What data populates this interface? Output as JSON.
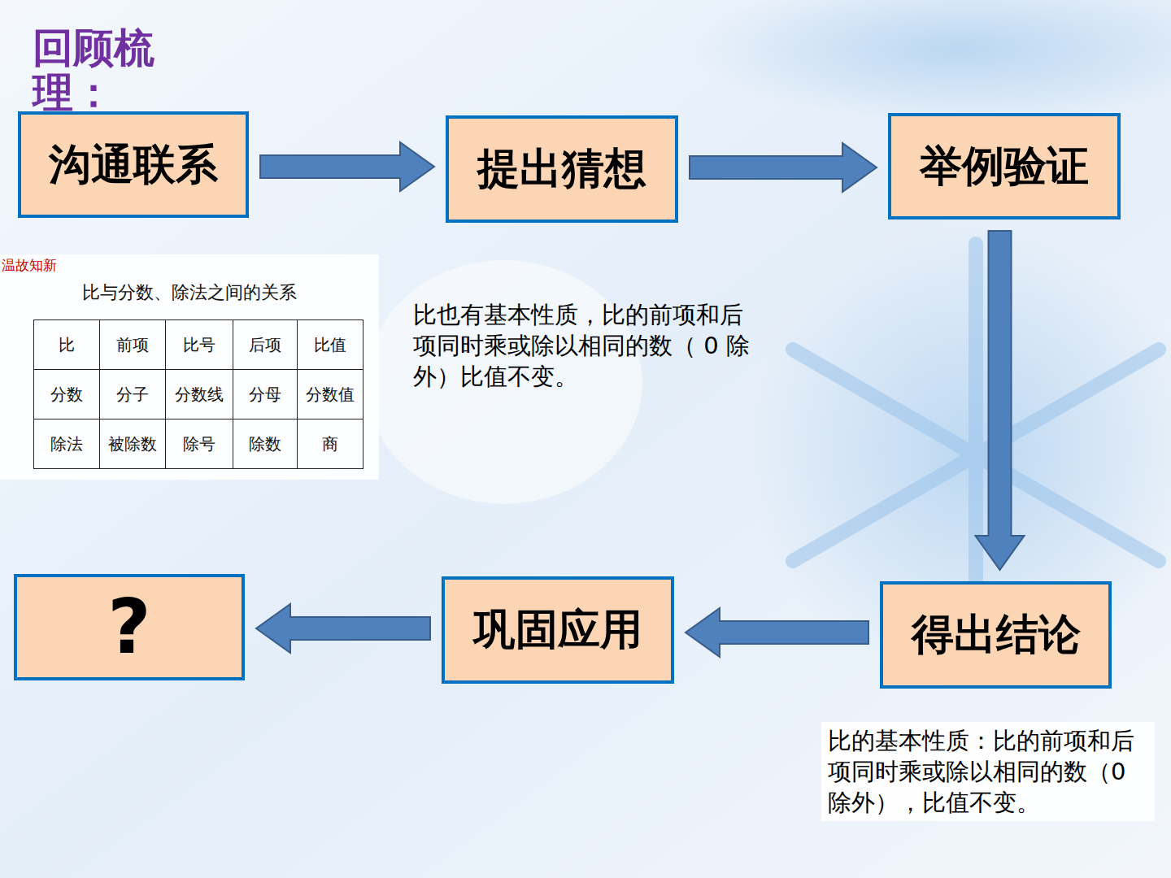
{
  "diagram": {
    "title": "回顾梳理：",
    "nodes": [
      {
        "text": [
          "沟通联系"
        ]
      },
      {
        "text": [
          "提出猜想"
        ]
      },
      {
        "text": [
          "举例验证"
        ]
      },
      {
        "text": [
          "得出结论"
        ]
      },
      {
        "text": [
          "巩固应用"
        ]
      },
      {
        "text": [
          "?"
        ]
      }
    ],
    "edges": [
      {
        "from": 0,
        "to": 1,
        "arrow": "to"
      },
      {
        "from": 1,
        "to": 2,
        "arrow": "to"
      },
      {
        "from": 2,
        "to": 3,
        "arrow": "to"
      },
      {
        "from": 3,
        "to": 4,
        "arrow": "to"
      },
      {
        "from": 4,
        "to": 5,
        "arrow": "to"
      }
    ],
    "labels": [
      "温故知新",
      "比与分数、除法之间的关系",
      "比",
      "前项",
      "比号",
      "后项",
      "比值",
      "分数",
      "分子",
      "分数线",
      "分母",
      "分数值",
      "除法",
      "被除数",
      "除号",
      "除数",
      "商",
      "比也有基本性质，比的前项和后项同时乘或除以相同的数（ 0 除外）比值不变。",
      "比的基本性质：比的前项和后项同时乘或除以相同的数（0除外），比值不变。"
    ]
  }
}
